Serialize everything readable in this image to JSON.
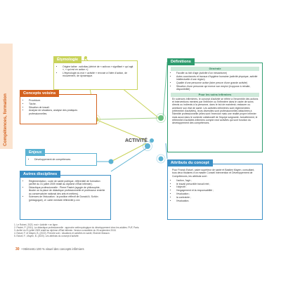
{
  "side_tab": "Compétences, formation",
  "center": "ACTIVITÉ",
  "etymologie": {
    "title": "Étymologie",
    "items": [
      "Origine latine : activitas (dérivé de « activus » signifiant « qui agit », « qui est en action »)",
      "L'étymologie du mot « activité » renvoie à l'idée d'action, de mouvement, de dynamique."
    ]
  },
  "concepts": {
    "title": "Concepts voisins",
    "items": [
      "Procédure.",
      "Tâche.",
      "Situation de travail.",
      "Analyse de situations, analyse des pratiques professionnelles."
    ]
  },
  "enjeux": {
    "title": "Enjeux",
    "items": [
      "Développement de compétences."
    ]
  },
  "autres": {
    "title": "Autres disciplines",
    "items": [
      "Réglementation : code de santé publique, référentiel de formation (arrêté du 31 juillet 2009 relatif au diplôme d'État infirmier).",
      "Didactique professionnelle : Pierre Pastré (agogie de philosophie, illustre où la place de didactique professionnelle et professeur emérite au conservatoire national des arts et métiers).",
      "Sciences de l'éducation : la position réflexif de Donald A. Schön (pédagogue), cf. carte mentale réflexivité p.xxx"
    ]
  },
  "definitions": {
    "title": "Définitions",
    "generale_label": "Générale",
    "generale": [
      "Faculté ou fait d'agir (activité d'un mécanisme)",
      "Actes coordonnés et travaux d'hygiène humaine (activité physique, activité intellectuelle d'une région)",
      "Qualité d'une personne active (faire preuve d'une grande activité)",
      "Situation d'une personne qui exerce son emploi (s'oppose à retraite, disponibilité)"
    ],
    "soins_label": "Pour les soins infirmiers",
    "soins": "En sciences infirmières, le concept d'activité se réfère à l'ensemble des actions et interventions menées par l'infirmier ou l'infirmière dans le cadre de soins directs ou indirects à la personne, dans le but de maintenir, restaurer ou améliorer son état de santé. Les activités infirmières sont réglementées (référentiel d'activités), leurs diversités sont professionnelles rattachées à l'identité professionnelle (elles sont l'exercice mais une réalité propre infirmier mais aussi dans le contexte collaboratif de l'équipe soignante. Actuellement, le référentiel d'activités infirmiers compte neuf activités qui sont fonction du développement des compétences."
  },
  "attributs": {
    "title": "Attributs du concept",
    "intro": "Pour Franck Estuel, cadre supérieur de santé et Bastien Mayen, consultant, tous deux titulaires d'un master Conseil Intervention et Développement de Compétences, les attributs sont :",
    "items": [
      "l'action, l'agir ;",
      "le travail prescrit/le travail réel ;",
      "l'objectif ;",
      "l'engagement et la responsabilité ;",
      "l'évaluation ;",
      "la contrainte ;",
      "l'évaluation."
    ]
  },
  "footnotes": [
    "1. Le Robert, 2023, mot « Activité » en ligne.",
    "2. Pastré, P. (2011). La didactique professionnelle : approche anthropologique du développement chez les adultes. PUF, Paris.",
    "3. Arrêté du 31 juillet 2009 relatif au diplôme d'État infirmier. Version consolidée du 26 septembre 2018.",
    "4. Estuel, F. et Mayen, B. (2022). Prendre soin : situations et activités en santé, Elsevier Masson.",
    "5. Estuel, F., Mayen, B. (2020). Les attributs du concept d'activité."
  ],
  "footer": {
    "page": "30",
    "text": "• Mémento 100 % visuel des concepts infirmiers"
  }
}
